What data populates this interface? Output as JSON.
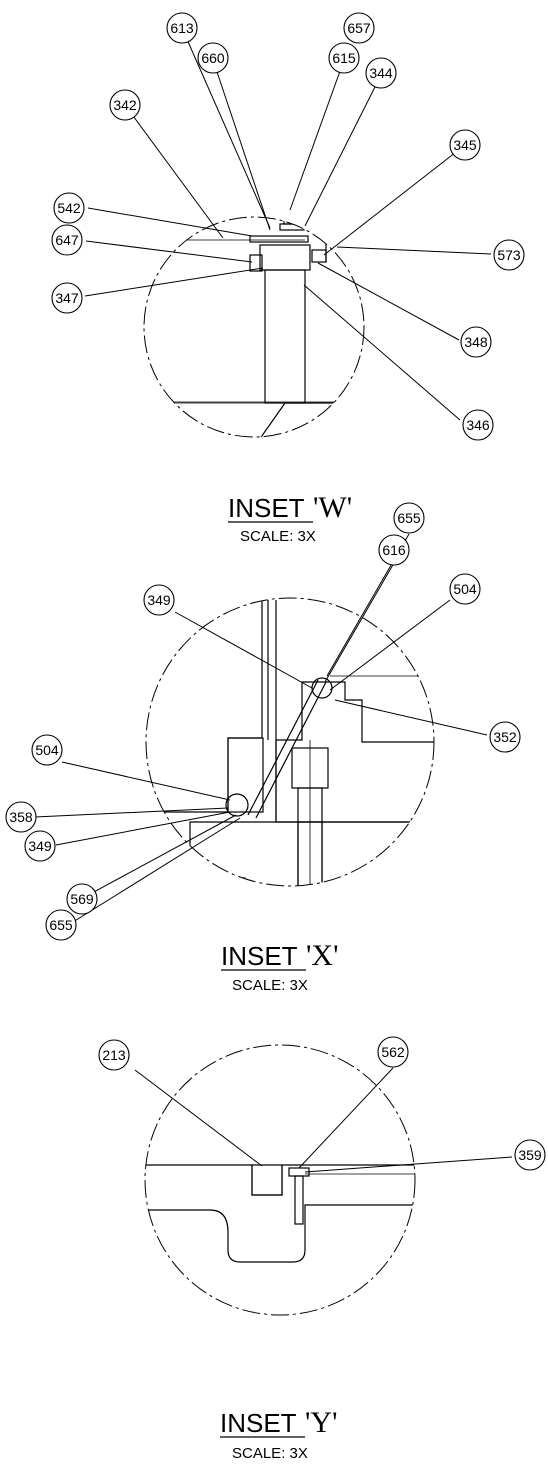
{
  "insets": [
    {
      "title": "INSET",
      "letter": "'W'",
      "scale": "SCALE: 3X",
      "balloons": [
        "613",
        "657",
        "660",
        "615",
        "344",
        "342",
        "345",
        "542",
        "647",
        "573",
        "347",
        "348",
        "346"
      ]
    },
    {
      "title": "INSET",
      "letter": "'X'",
      "scale": "SCALE: 3X",
      "balloons": [
        "655",
        "616",
        "349",
        "504",
        "352",
        "504",
        "358",
        "349",
        "569",
        "655"
      ]
    },
    {
      "title": "INSET",
      "letter": "'Y'",
      "scale": "SCALE: 3X",
      "balloons": [
        "562",
        "213",
        "359"
      ]
    }
  ]
}
